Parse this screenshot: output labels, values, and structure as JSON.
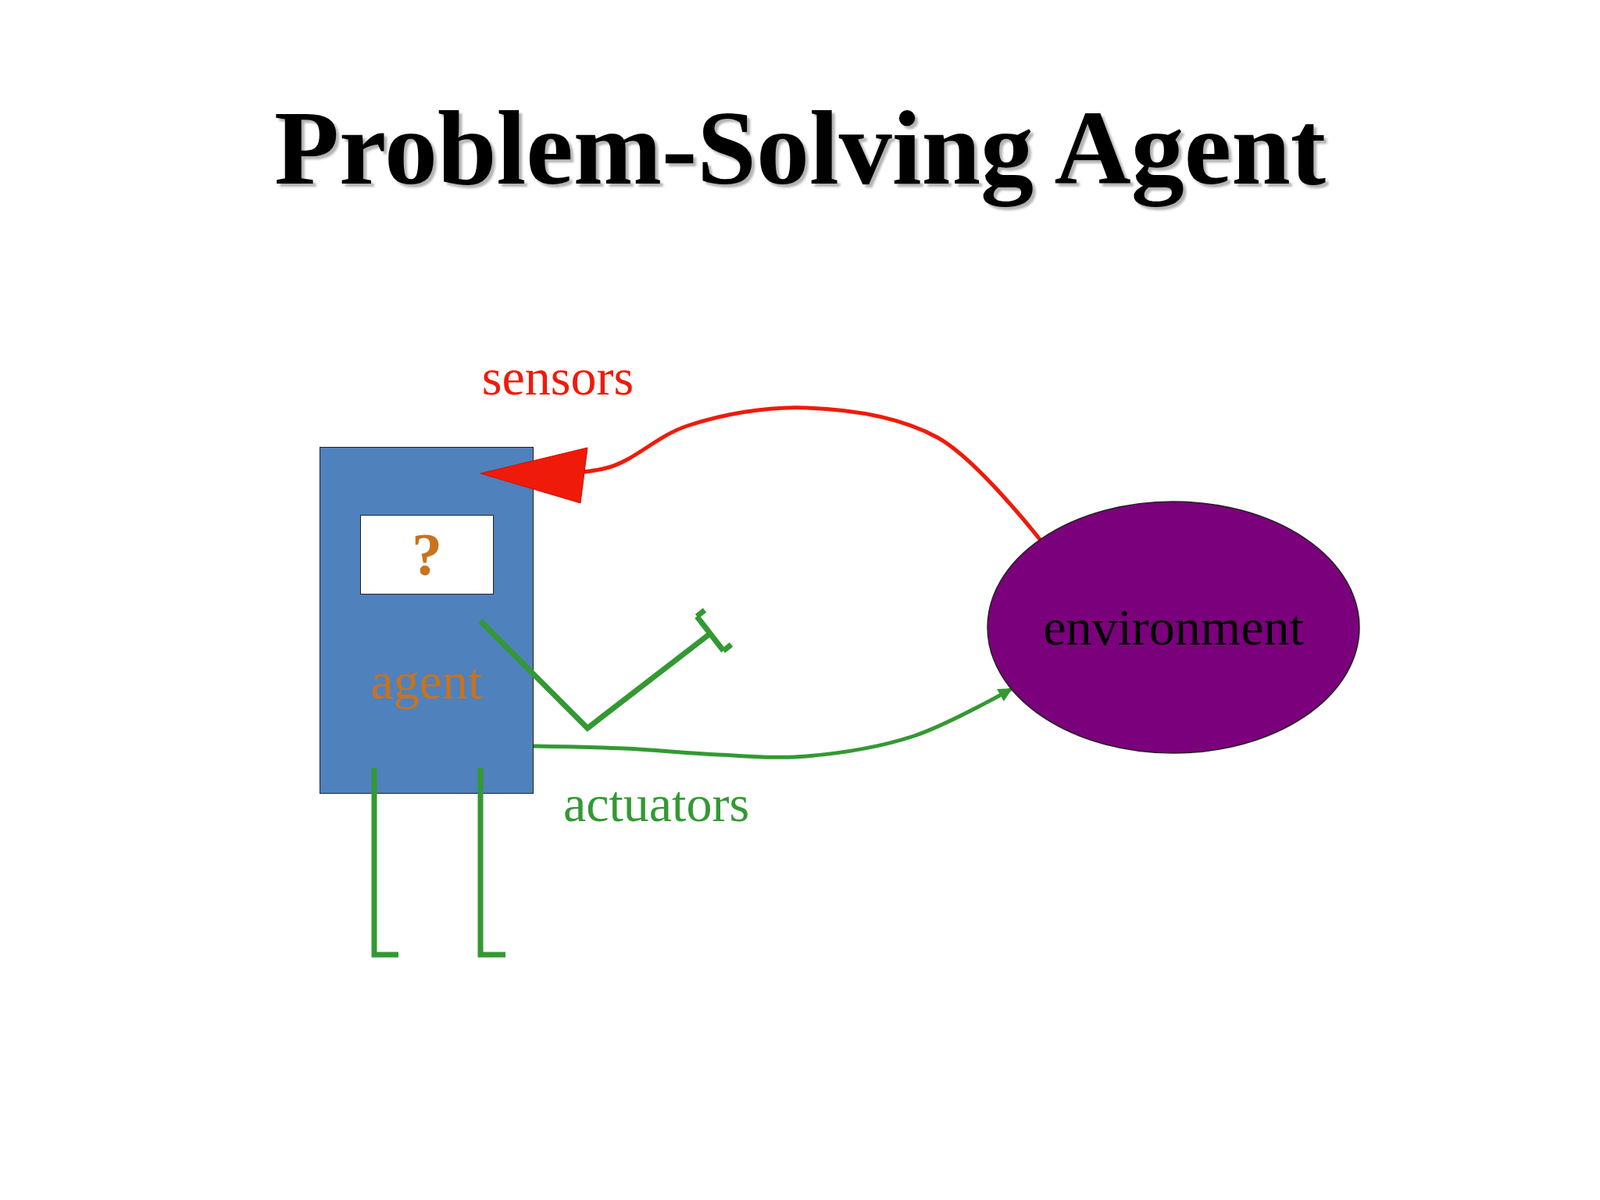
{
  "diagram": {
    "title": "Problem-Solving Agent",
    "nodes": [
      {
        "text": [
          "agent"
        ]
      },
      {
        "text": [
          "?"
        ],
        "in": 0
      },
      {
        "text": [
          "environment"
        ]
      }
    ],
    "edges": [
      {
        "from": 2,
        "to": 0,
        "arrow": "to"
      },
      {
        "from": 0,
        "to": 2,
        "arrow": "to"
      }
    ],
    "labels": [
      "sensors",
      "actuators"
    ]
  }
}
